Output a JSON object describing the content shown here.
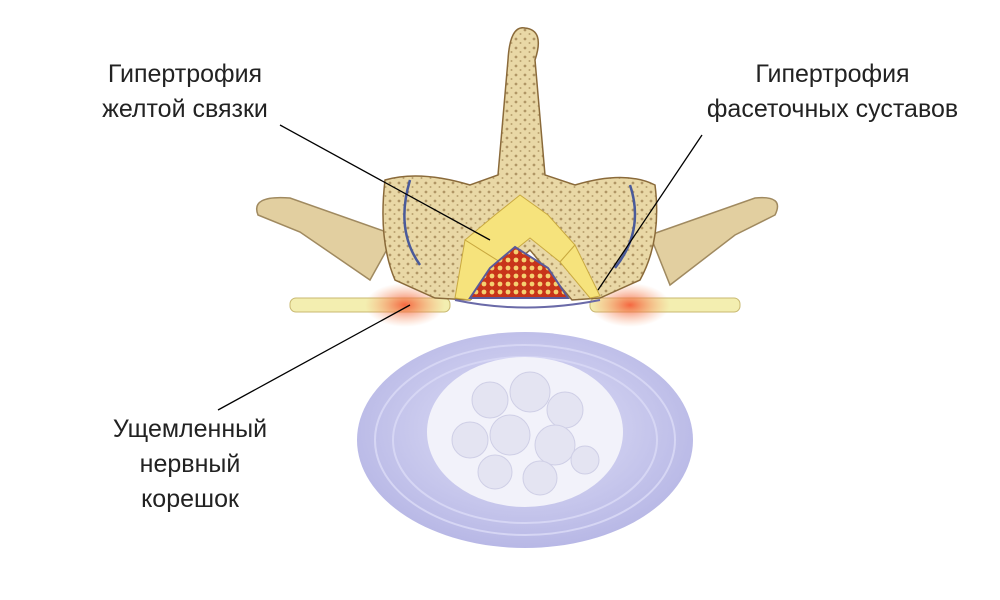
{
  "labels": {
    "ligamentum_flavum": {
      "line1": "Гипертрофия",
      "line2": "желтой связки"
    },
    "facet_joints": {
      "line1": "Гипертрофия",
      "line2": "фасеточных суставов"
    },
    "nerve_root": {
      "line1": "Ущемленный",
      "line2": "нервный",
      "line3": "корешок"
    }
  },
  "colors": {
    "bone": "#e9d8a6",
    "bone_dark": "#8a6a3a",
    "ligament": "#f6e37c",
    "disc": "#c9c9ef",
    "nucleus": "#f4f4fb",
    "nerve": "#f3eeb0",
    "inflammation": "#f57a4a",
    "canal": "#d8401e"
  }
}
